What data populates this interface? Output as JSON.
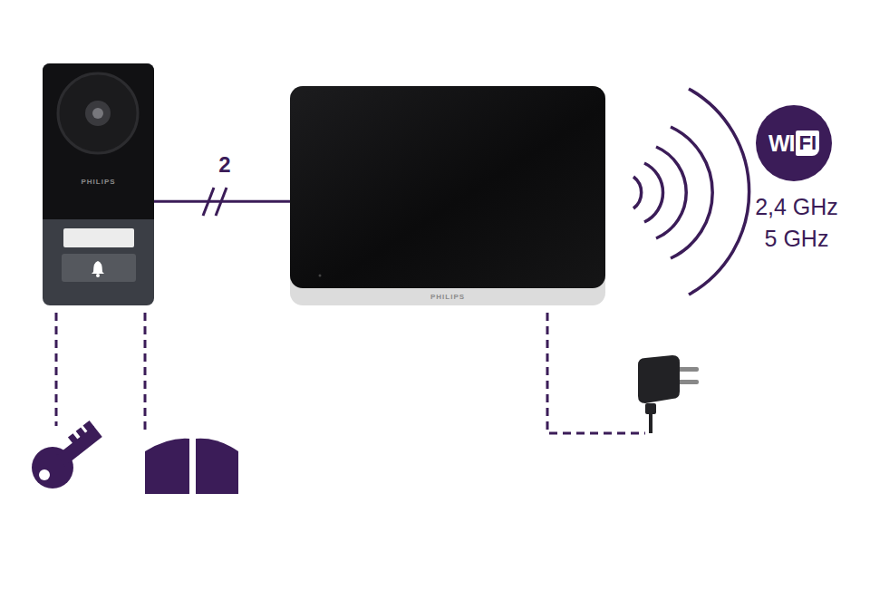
{
  "diagram": {
    "nodes": [
      {
        "text": [
          "PHILIPS"
        ]
      },
      {
        "text": [
          "PHILIPS"
        ]
      },
      {
        "text": [
          "WI",
          "FI"
        ]
      }
    ],
    "edges": [
      {
        "from": 0,
        "to": 1,
        "label": "2",
        "arrow": "none"
      }
    ],
    "labels": [
      "2,4 GHz",
      "5 GHz"
    ]
  }
}
